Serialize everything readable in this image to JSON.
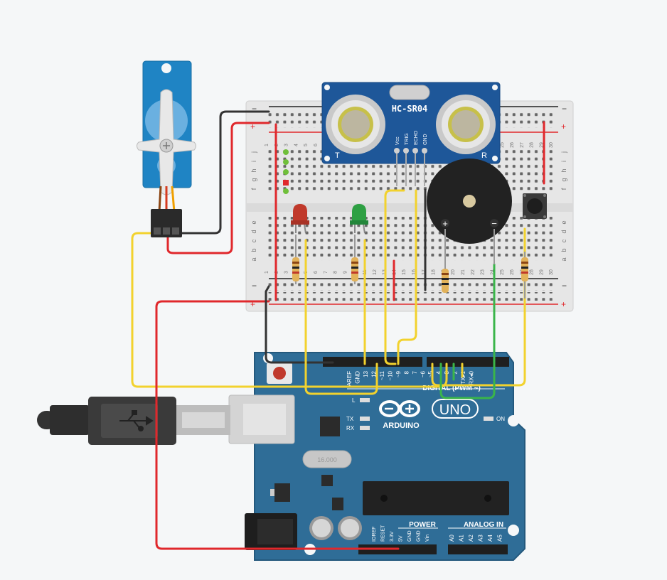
{
  "sensor": {
    "model": "HC-SR04",
    "pins": [
      "Vcc",
      "TRIG",
      "ECHO",
      "GND"
    ],
    "left_mark": "T",
    "right_mark": "R"
  },
  "arduino": {
    "brand": "ARDUINO",
    "model": "UNO",
    "crystal": "16.000",
    "led_l": "L",
    "led_tx": "TX",
    "led_rx": "RX",
    "on_label": "ON",
    "digital_label": "DIGITAL (PWM ~)",
    "power_label": "POWER",
    "analog_label": "ANALOG IN",
    "top_pins": [
      "AREF",
      "GND",
      "13",
      "12",
      "~11",
      "~10",
      "~9",
      "8",
      "7",
      "~6",
      "~5",
      "4",
      "~3",
      "2",
      "TX▸1",
      "RX◂0"
    ],
    "power_pins": [
      "IOREF",
      "RESET",
      "3.3V",
      "5V",
      "GND",
      "GND",
      "Vin"
    ],
    "analog_pins": [
      "A0",
      "A1",
      "A2",
      "A3",
      "A4",
      "A5"
    ]
  },
  "breadboard": {
    "col_numbers": [
      "1",
      "2",
      "3",
      "4",
      "5",
      "6",
      "7",
      "8",
      "9",
      "10",
      "11",
      "12",
      "13",
      "14",
      "15",
      "16",
      "17",
      "18",
      "19",
      "20",
      "21",
      "22",
      "23",
      "24",
      "25",
      "26",
      "27",
      "28",
      "29",
      "30"
    ],
    "row_letters_top": [
      "j",
      "i",
      "h",
      "g",
      "f"
    ],
    "row_letters_bottom": [
      "e",
      "d",
      "c",
      "b",
      "a"
    ],
    "rail_minus": "−",
    "rail_plus": "+"
  },
  "buzzer": {
    "plus": "+",
    "minus": "−"
  },
  "colors": {
    "wire_red": "#e0282c",
    "wire_black": "#333333",
    "wire_yellow": "#f2d22e",
    "wire_green": "#3ab54a",
    "board_blue": "#2f6d97",
    "sensor_blue": "#1e5799"
  }
}
